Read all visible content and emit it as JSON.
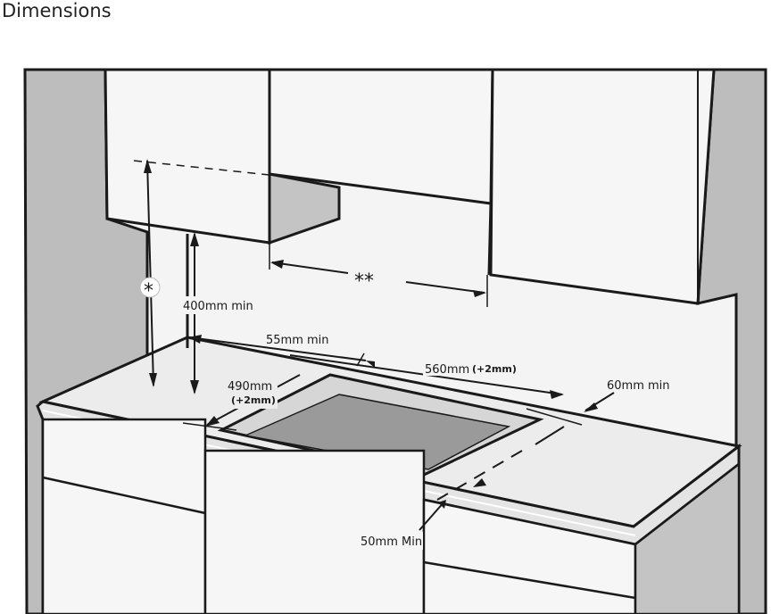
{
  "title": "Dimensions",
  "labels": {
    "asterisk": "*",
    "double_asterisk": "**",
    "height_min": "400mm min",
    "side_clearance": "55mm min",
    "cutout_width": "560mm",
    "cutout_width_tol": "(+2mm)",
    "cutout_depth": "490mm",
    "cutout_depth_tol": "(+2mm)",
    "back_clearance": "60mm min",
    "front_clearance": "50mm Min"
  },
  "colors": {
    "line": "#1a1a1a",
    "wall_side": "#bdbdbd",
    "wall_back": "#f4f4f4",
    "cabinet": "#f6f6f6",
    "cabinet_side": "#c4c4c4",
    "worktop": "#ececec",
    "cutout": "#9a9a9a",
    "cutout_inner": "#d6d6d6"
  }
}
